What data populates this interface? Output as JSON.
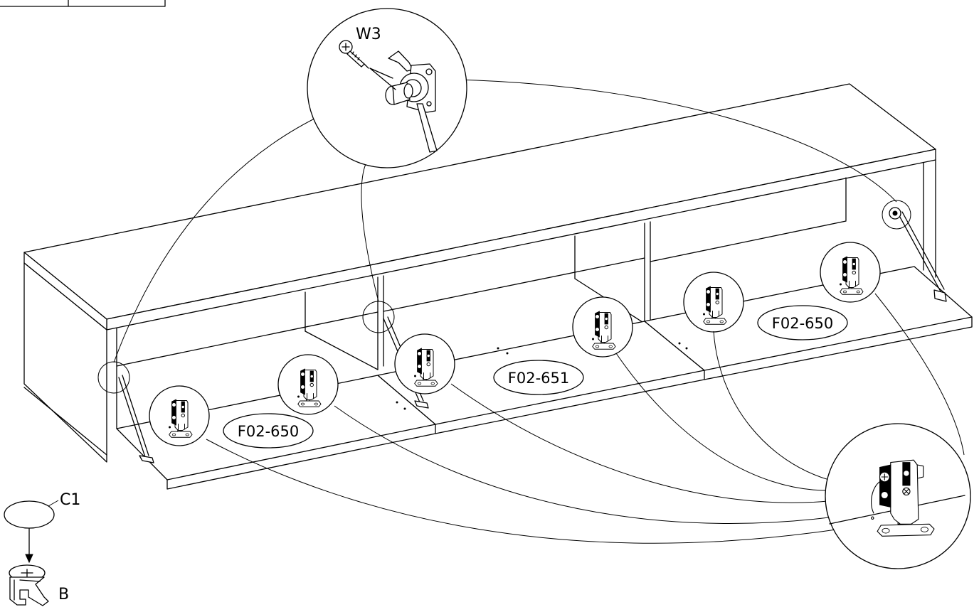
{
  "labels": {
    "screw_code": "W3",
    "cap_code": "C1",
    "cam_code": "B",
    "panel_left": "F02-650",
    "panel_middle": "F02-651",
    "panel_right": "F02-650"
  },
  "colors": {
    "line": "#000000",
    "background": "#ffffff"
  },
  "icons": [
    "screw-icon",
    "stay-bracket-icon",
    "hinge-icon",
    "cover-cap-icon",
    "cam-lock-icon",
    "arrow-down-icon"
  ]
}
